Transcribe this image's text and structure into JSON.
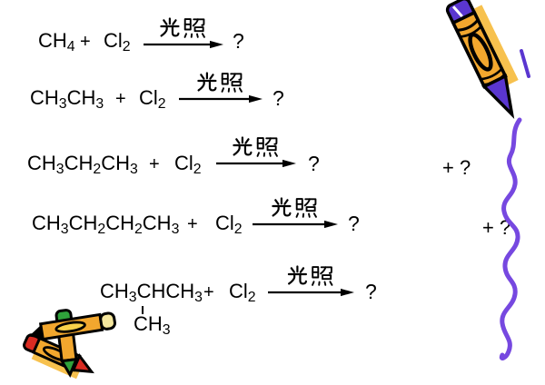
{
  "page": {
    "background": "#FFFFFF",
    "text_color": "#000000"
  },
  "colors": {
    "squiggle_purple": "#7648E0",
    "crayon_body_orange": "#F2A72E",
    "crayon_shadow_orange": "#F7C14E",
    "crayon_cap_purple": "#5A36D0",
    "crayon_cap_red": "#D92B22",
    "crayon_cap_green": "#2FA23B",
    "crayon_cap_cream": "#F5E79E"
  },
  "equations": [
    {
      "alkane": "CH~4~",
      "plus": "+",
      "chlorine": "Cl~2~",
      "condition": "光照",
      "arrow_symbol": "→",
      "product": "?"
    },
    {
      "alkane": "CH~3~CH~3~",
      "plus": "+",
      "chlorine": "Cl~2~",
      "condition": "光照",
      "arrow_symbol": "→",
      "product": "?"
    },
    {
      "alkane": "CH~3~CH~2~CH~3~",
      "plus": "+",
      "chlorine": "Cl~2~",
      "condition": "光照",
      "arrow_symbol": "→",
      "product": "?",
      "extra_product": "+ ?"
    },
    {
      "alkane": "CH~3~CH~2~CH~2~CH~3~",
      "plus": "+",
      "chlorine": "Cl~2~",
      "condition": "光照",
      "arrow_symbol": "→",
      "product": "?",
      "extra_product": "+ ?"
    },
    {
      "alkane": "CH~3~CHCH~3~",
      "plus": "+",
      "chlorine": "Cl~2~",
      "condition": "光照",
      "arrow_symbol": "→",
      "product": "?",
      "branch_substituent": "CH~3~"
    }
  ],
  "decorations": {
    "top_right": "crayon-icon drawing a purple wavy line down the right side",
    "bottom_left": "crossed-crayons-icon (red, green and cream-capped crayons)"
  }
}
